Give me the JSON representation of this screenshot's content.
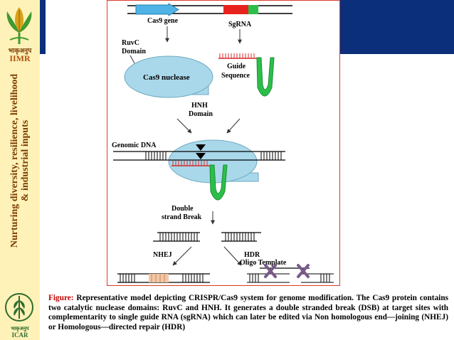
{
  "sidebar": {
    "org_hindi": "भाकृअनुप",
    "org_abbr": "IIMR",
    "tagline_line1": "Nurturing diversity, resilience, livelihood",
    "tagline_line2": "& industrial inputs",
    "icar_hindi": "भाकृअनुप",
    "icar_abbr": "ICAR"
  },
  "diagram": {
    "cas9_gene": "Cas9 gene",
    "sgrna": "SgRNA",
    "ruvc_line1": "RuvC",
    "ruvc_line2": "Domain",
    "cas9_nuclease": "Cas9 nuclease",
    "guide_line1": "Guide",
    "guide_line2": "Sequence",
    "hnh_line1": "HNH",
    "hnh_line2": "Domain",
    "genomic_dna": "Genomic DNA",
    "dsb_line1": "Double",
    "dsb_line2": "strand Break",
    "nhej": "NHEJ",
    "hdr": "HDR",
    "oligo_template": "Oligo Template"
  },
  "colors": {
    "cas9_blue": "#a9d8ea",
    "cas9_gene_blue": "#4fb3e6",
    "sgrna_red": "#e8231e",
    "sgrna_green": "#2bbf4a",
    "guide_red": "#d92b2b",
    "banner_navy": "#0b2f7a",
    "sidebar_cream": "#fff2b8",
    "caption_label": "#c00000",
    "x_mark": "#7a5a8a",
    "nhej_insert": "#f2c7a5"
  },
  "caption": {
    "label": "Figure:",
    "text": "Representative model depicting CRISPR/Cas9 system for genome modification. The Cas9 protein contains two catalytic nuclease domains: RuvC and HNH. It generates a double stranded break (DSB) at target sites with complementarity to single guide RNA (sgRNA) which can later be edited via Non homologous end—joining (NHEJ) or Homologous—directed repair (HDR)"
  }
}
